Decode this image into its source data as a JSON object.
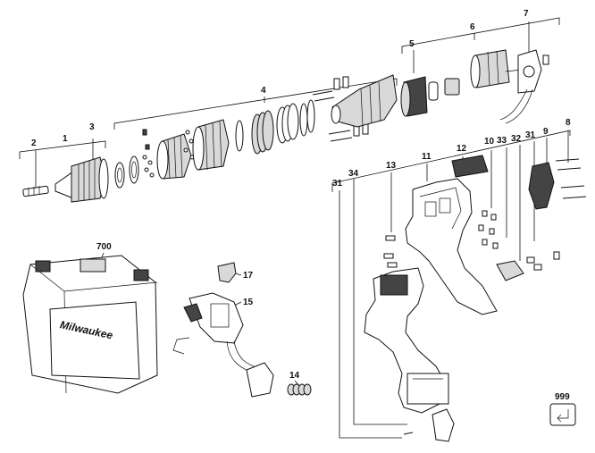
{
  "diagram": {
    "labels": {
      "l1": "1",
      "l2": "2",
      "l3": "3",
      "l4": "4",
      "l5": "5",
      "l6": "6",
      "l7": "7",
      "l8": "8",
      "l9": "9",
      "l10": "10",
      "l11": "11",
      "l12": "12",
      "l13": "13",
      "l14": "14",
      "l15": "15",
      "l17": "17",
      "l31a": "31",
      "l31b": "31",
      "l32": "32",
      "l33": "33",
      "l34": "34",
      "l700": "700",
      "l999": "999"
    },
    "case_logo_text": "Milwaukee",
    "icons": [
      "return-arrow-icon"
    ]
  }
}
